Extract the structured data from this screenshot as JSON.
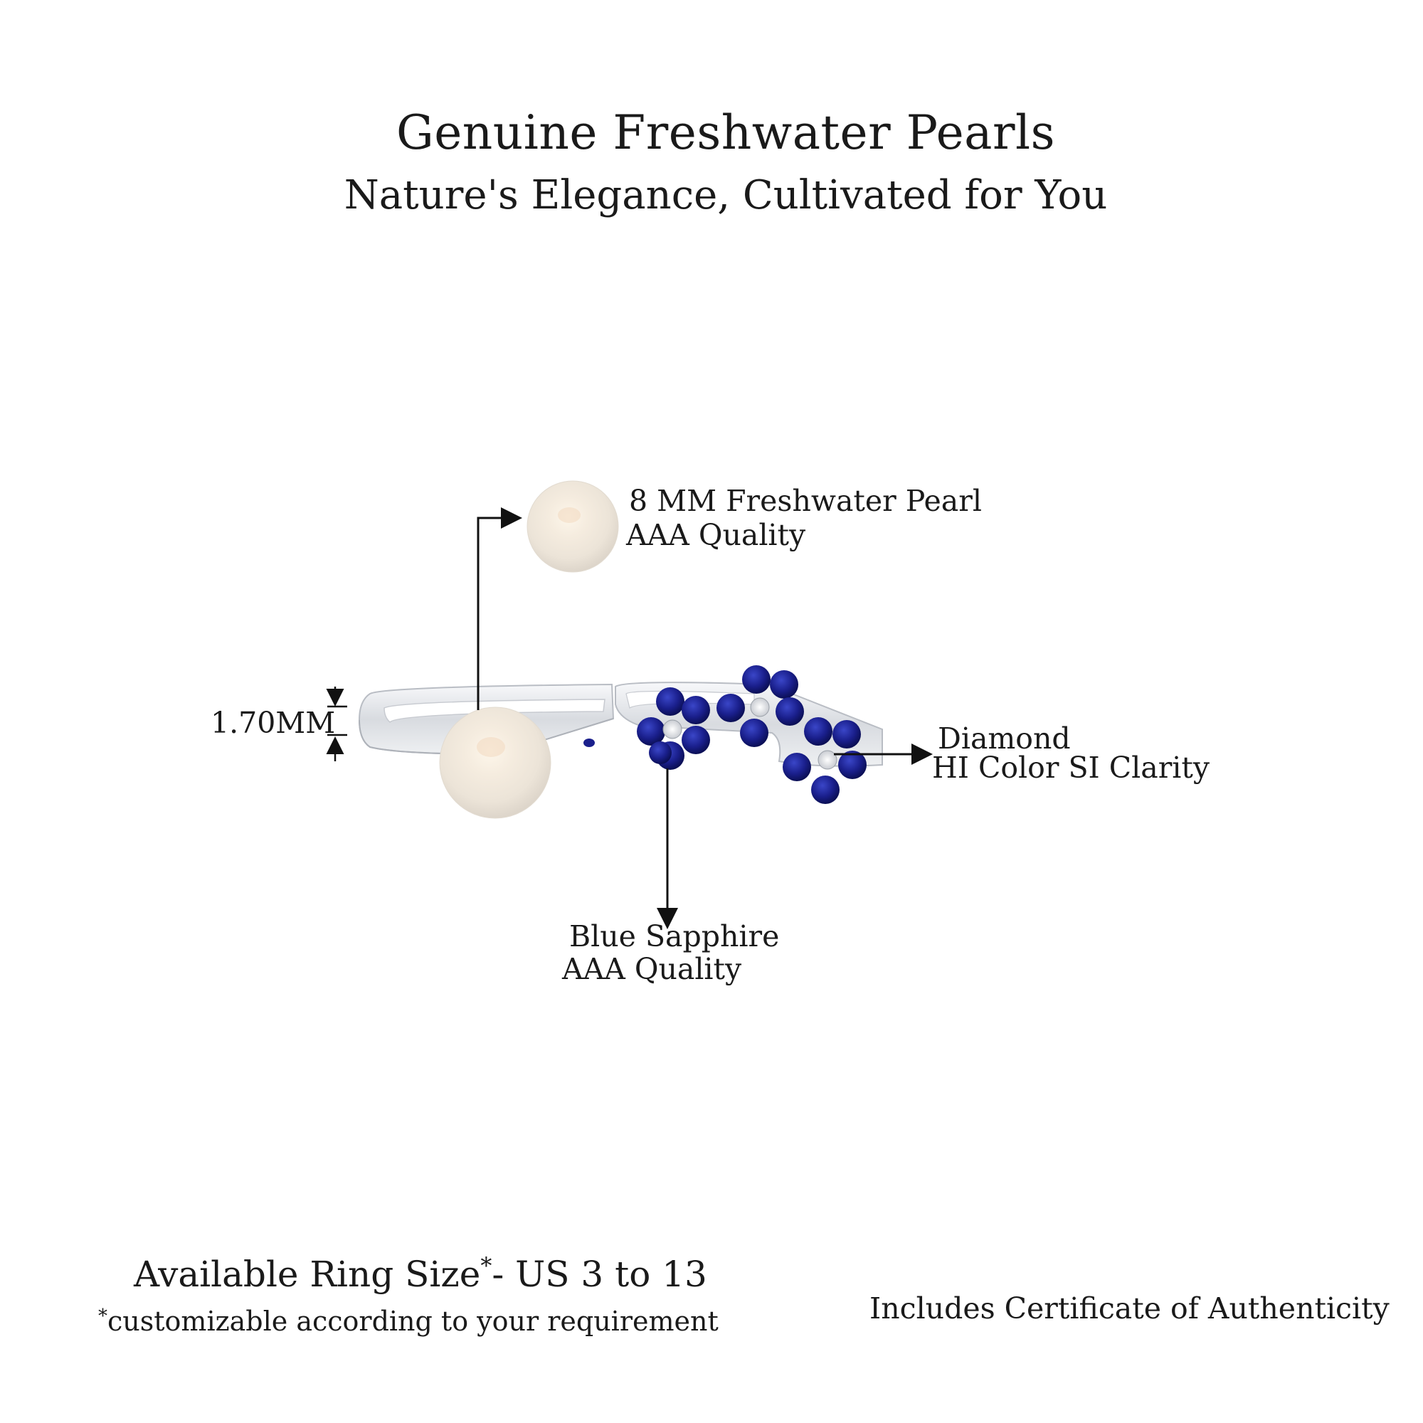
{
  "header": {
    "title": "Genuine Freshwater Pearls",
    "subtitle": "Nature's Elegance, Cultivated for You"
  },
  "callouts": {
    "pearl": {
      "line1": "8 MM Freshwater Pearl",
      "line2": "AAA Quality"
    },
    "band_width": "1.70MM",
    "diamond": {
      "line1": "Diamond",
      "line2": "HI Color SI Clarity"
    },
    "sapphire": {
      "line1": "Blue Sapphire",
      "line2": "AAA Quality"
    }
  },
  "footer": {
    "ring_size_label": "Available Ring Size",
    "ring_size_star": "*",
    "ring_size_value": "- US 3 to 13",
    "note_star": "*",
    "note": "customizable according to your requirement",
    "certificate": "Includes Certificate of Authenticity"
  },
  "colors": {
    "sapphire": "#1a1f8c",
    "metal": "#e4e6ea",
    "pearl": "#f6f0e6"
  }
}
